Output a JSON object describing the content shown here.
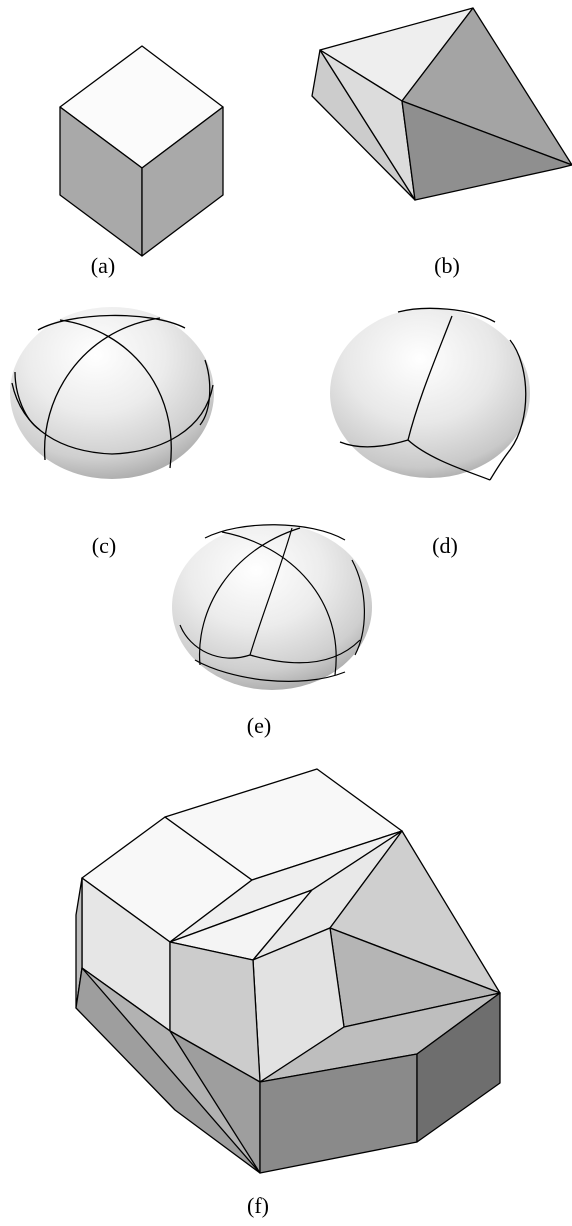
{
  "figure": {
    "panels": [
      {
        "id": "a",
        "label": "(a)",
        "shape": "cube"
      },
      {
        "id": "b",
        "label": "(b)",
        "shape": "deformed-polyhedron"
      },
      {
        "id": "c",
        "label": "(c)",
        "shape": "sphere-with-great-circles"
      },
      {
        "id": "d",
        "label": "(d)",
        "shape": "sphere-with-curved-edges"
      },
      {
        "id": "e",
        "label": "(e)",
        "shape": "sphere-with-overlaid-curves"
      },
      {
        "id": "f",
        "label": "(f)",
        "shape": "complex-polyhedron"
      }
    ]
  },
  "colors": {
    "face_top": "#f5f5f5",
    "face_light": "#e6e6e6",
    "face_mid": "#c8c8c8",
    "face_dark": "#a8a8a8",
    "face_darker": "#8c8c8c",
    "face_darkest": "#6e6e6e",
    "edge": "#000000",
    "background": "#ffffff"
  }
}
